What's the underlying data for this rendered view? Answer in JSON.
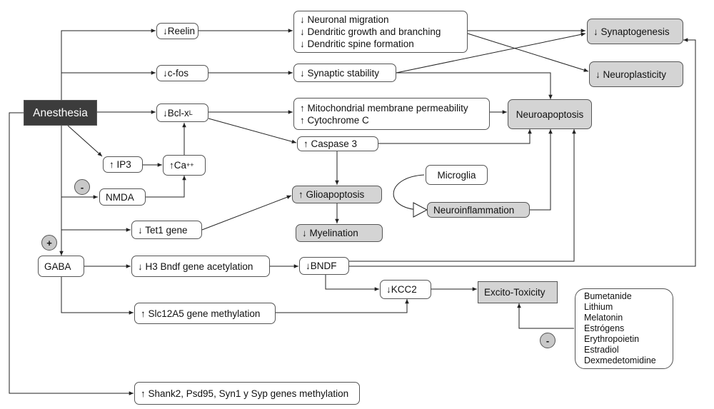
{
  "nodes": {
    "anesthesia": "Anesthesia",
    "reelin": "↓Reelin",
    "cfos": "↓c-fos",
    "bclxl_main": "↓Bcl-x",
    "bclxl_sub": "L",
    "ip3": "↑ IP3",
    "ca_main": "↑Ca",
    "ca_sup": "++",
    "nmda": "NMDA",
    "tet1": "↓ Tet1 gene",
    "gaba": "GABA",
    "h3": "↓ H3 Bndf gene acetylation",
    "slc": "↑ Slc12A5 gene methylation",
    "shank": "↑ Shank2, Psd95, Syn1 y Syp genes methylation",
    "migration": [
      "↓ Neuronal migration",
      "↓ Dendritic growth and branching",
      "↓ Dendritic spine formation"
    ],
    "synaptic_stability": "↓ Synaptic stability",
    "mito": [
      "↑ Mitochondrial membrane permeability",
      "↑ Cytochrome C"
    ],
    "caspase": "↑ Caspase 3",
    "glioapoptosis": "↑ Glioapoptosis",
    "myelination": "↓ Myelination",
    "microglia": "Microglia",
    "neuroinflammation": "Neuroinflammation",
    "bndf": "↓BNDF",
    "kcc2": "↓KCC2",
    "excito": "Excito-Toxicity",
    "synaptogenesis": "↓ Synaptogenesis",
    "neuroplasticity": "↓ Neuroplasticity",
    "neuroapoptosis": "Neuroapoptosis",
    "drugs": [
      "Bumetanide",
      "Lithium",
      "Melatonin",
      "Estrógens",
      "Erythropoietin",
      "Estradiol",
      "Dexmedetomidine"
    ]
  },
  "signs": {
    "nmda": "-",
    "gaba": "+",
    "drugs": "-"
  }
}
